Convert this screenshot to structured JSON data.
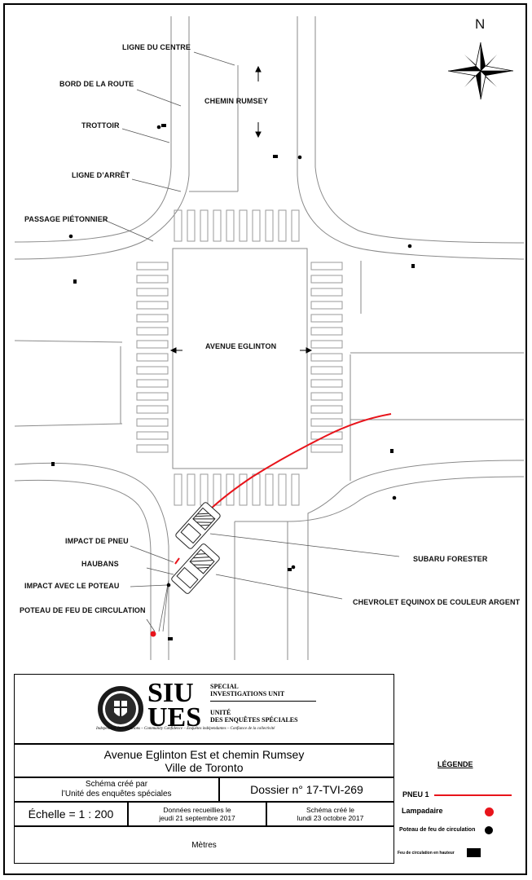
{
  "compass": {
    "north": "N"
  },
  "labels": {
    "ligne_centre": "LIGNE DU CENTRE",
    "bord_route": "BORD DE LA ROUTE",
    "trottoir": "TROTTOIR",
    "ligne_arret": "LIGNE D’ARRÊT",
    "passage": "PASSAGE PIÉTONNIER",
    "chemin_rumsey": "CHEMIN RUMSEY",
    "avenue_eglinton": "AVENUE EGLINTON",
    "impact_pneu": "IMPACT DE PNEU",
    "haubans": "HAUBANS",
    "impact_poteau": "IMPACT AVEC LE POTEAU",
    "poteau_feu": "POTEAU DE FEU DE CIRCULATION",
    "subaru": "SUBARU FORESTER",
    "chevrolet": "CHEVROLET EQUINOX DE COULEUR ARGENT"
  },
  "logo": {
    "siu": "SIU",
    "siu_sub1": "SPECIAL",
    "siu_sub2": "INVESTIGATIONS UNIT",
    "ues": "UES",
    "ues_sub1": "UNITÉ",
    "ues_sub2": "DES ENQUÊTES SPÉCIALES",
    "tagline_en": "Independent Investigations – Community Confidence",
    "tagline_fr": "Enquêtes indépendantes – Confiance de la collectivité"
  },
  "titleblock": {
    "title_line1": "Avenue Eglinton Est et chemin Rumsey",
    "title_line2": "Ville de Toronto",
    "created_by_line1": "Schéma créé par",
    "created_by_line2": "l’Unité des enquêtes spéciales",
    "dossier": "Dossier n° 17-TVI-269",
    "echelle": "Échelle = 1 : 200",
    "donnees_line1": "Données recueillies le",
    "donnees_line2": "jeudi 21 septembre 2017",
    "schema_line1": "Schéma créé le",
    "schema_line2": "lundi 23 octobre 2017",
    "unit": "Mètres"
  },
  "legend": {
    "title": "LÉGENDE",
    "items": [
      {
        "label": "PNEU 1",
        "symbol": "red-line",
        "color": "#e8141b"
      },
      {
        "label": "Lampadaire",
        "symbol": "red-dot",
        "color": "#e8141b"
      },
      {
        "label": "Poteau de feu de circulation",
        "symbol": "black-dot",
        "color": "#000000"
      },
      {
        "label": "Feu de circulation en hauteur",
        "symbol": "black-rect",
        "color": "#000000"
      }
    ]
  }
}
